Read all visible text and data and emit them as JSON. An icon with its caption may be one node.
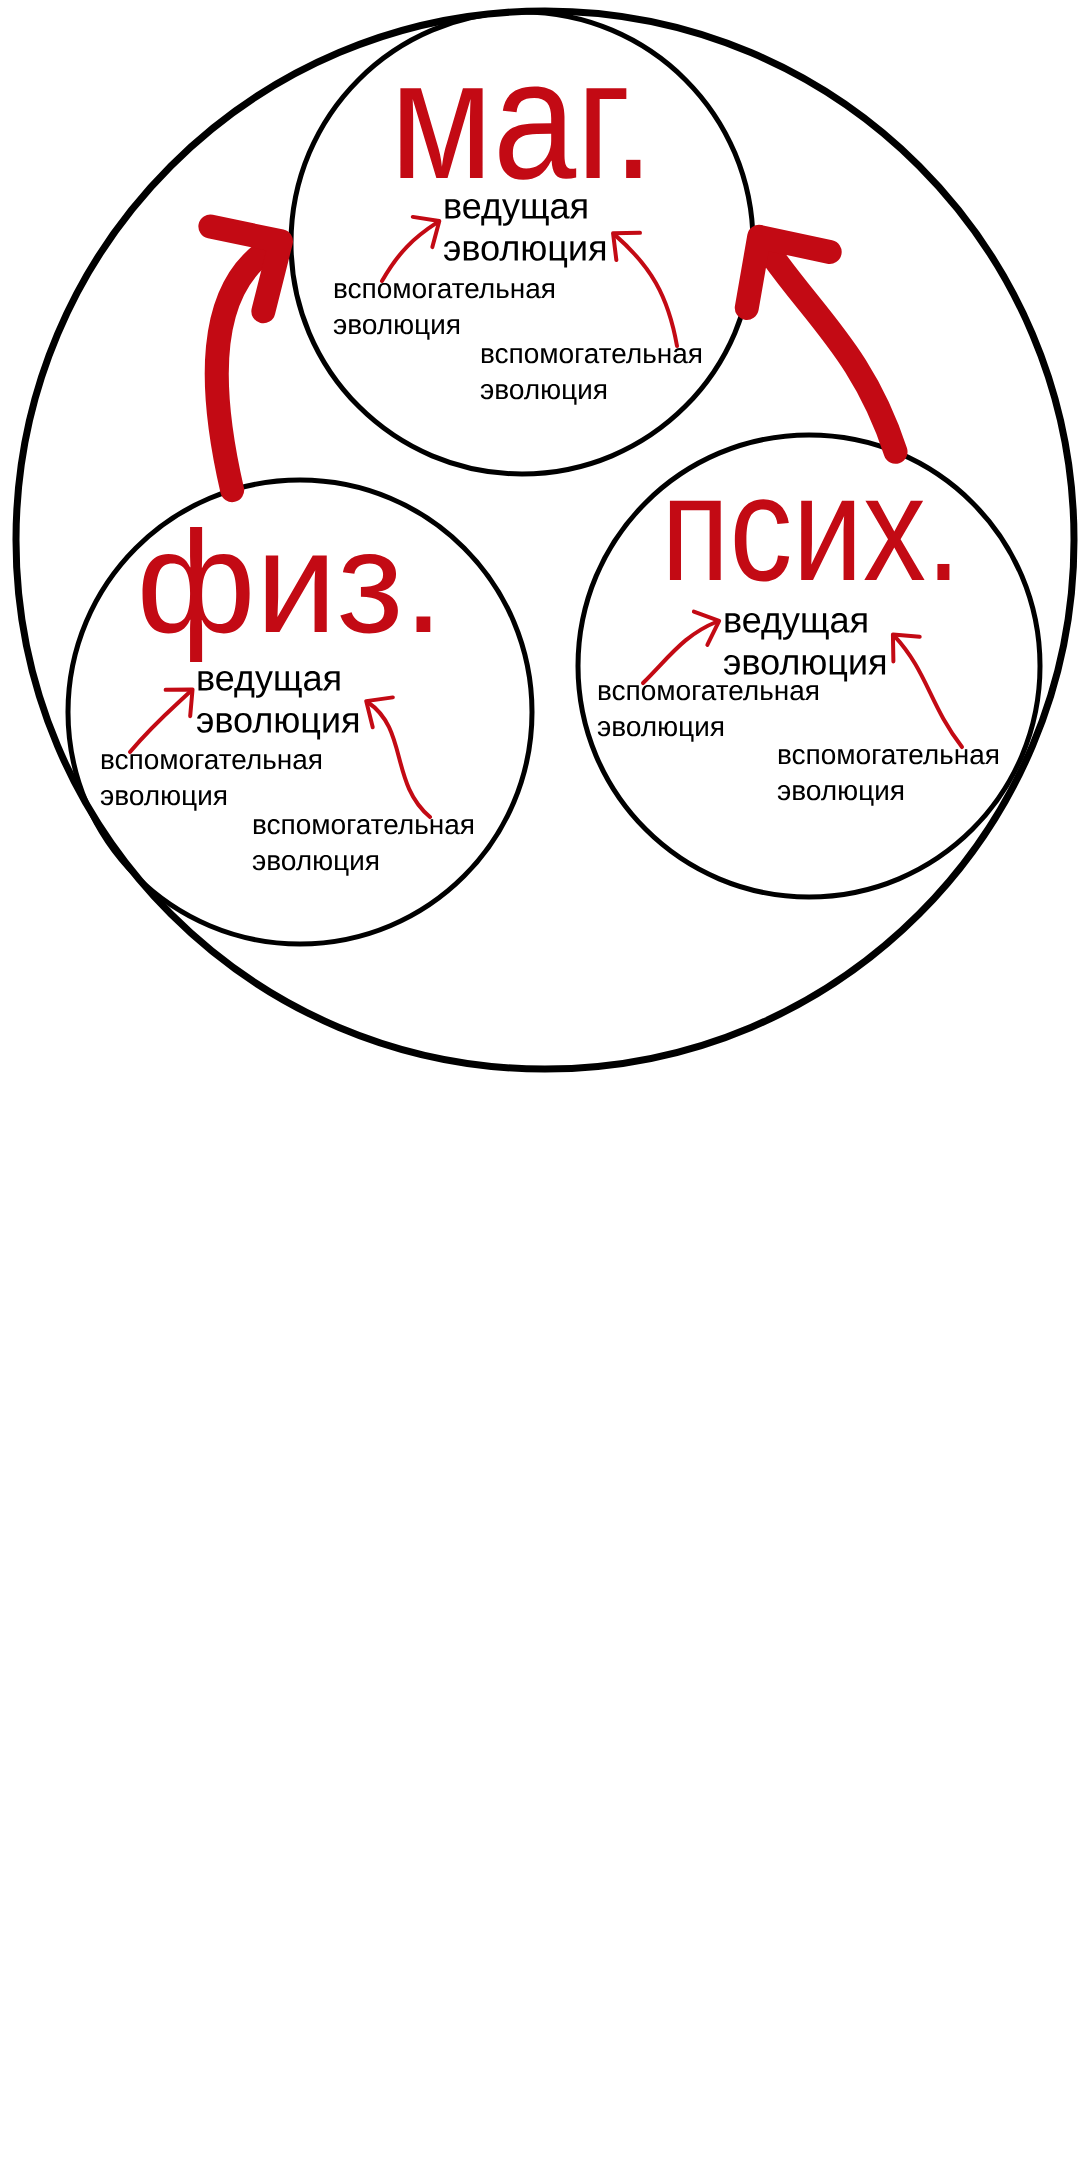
{
  "diagram": {
    "nodes": [
      {
        "text": [],
        "shape": "circle"
      },
      {
        "text": [
          "маг."
        ],
        "in": 0
      },
      {
        "text": [
          "ведущая эволюция"
        ],
        "in": 1
      },
      {
        "text": [
          "вспомогательная эволюция"
        ],
        "in": 1
      },
      {
        "text": [
          "вспомогательная эволюция"
        ],
        "in": 1
      },
      {
        "text": [
          "физ."
        ],
        "in": 0
      },
      {
        "text": [
          "ведущая эволюция"
        ],
        "in": 5
      },
      {
        "text": [
          "вспомогательная эволюция"
        ],
        "in": 5
      },
      {
        "text": [
          "вспомогательная эволюция"
        ],
        "in": 5
      },
      {
        "text": [
          "псих."
        ],
        "in": 0
      },
      {
        "text": [
          "ведущая эволюция"
        ],
        "in": 9
      },
      {
        "text": [
          "вспомогательная эволюция"
        ],
        "in": 9
      },
      {
        "text": [
          "вспомогательная эволюция"
        ],
        "in": 9
      }
    ],
    "edges": [
      {
        "from": 3,
        "to": 2,
        "arrow": "to"
      },
      {
        "from": 4,
        "to": 2,
        "arrow": "to"
      },
      {
        "from": 7,
        "to": 6,
        "arrow": "to"
      },
      {
        "from": 8,
        "to": 6,
        "arrow": "to"
      },
      {
        "from": 11,
        "to": 10,
        "arrow": "to"
      },
      {
        "from": 12,
        "to": 10,
        "arrow": "to"
      },
      {
        "from": 5,
        "to": 1,
        "arrow": "to",
        "style": "thick"
      },
      {
        "from": 9,
        "to": 1,
        "arrow": "to",
        "style": "thick"
      }
    ]
  }
}
